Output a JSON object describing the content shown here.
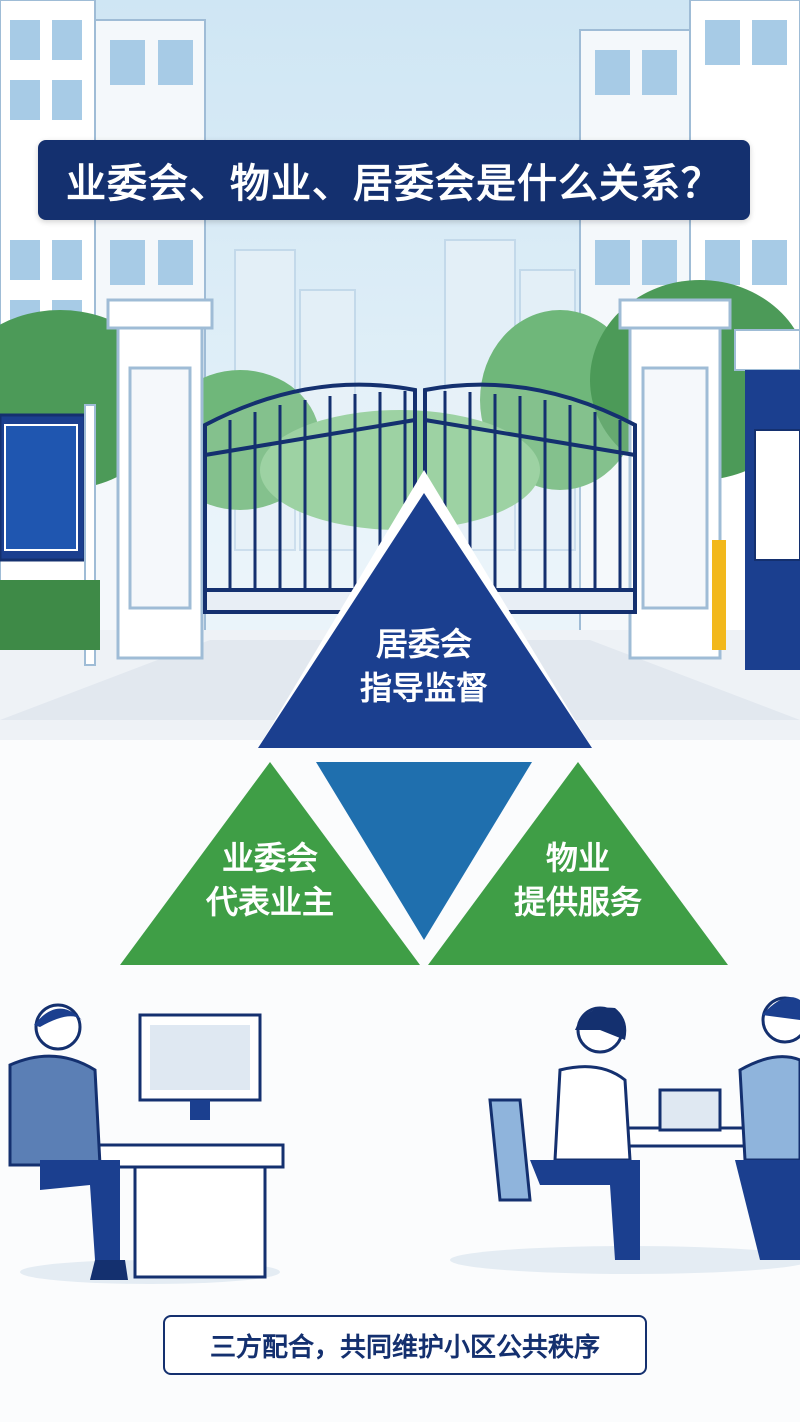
{
  "title": "业委会、物业、居委会是什么关系？",
  "triangle": {
    "top": {
      "line1": "居委会",
      "line2": "指导监督"
    },
    "left": {
      "line1": "业委会",
      "line2": "代表业主"
    },
    "right": {
      "line1": "物业",
      "line2": "提供服务"
    }
  },
  "footer": "三方配合，共同维护小区公共秩序",
  "colors": {
    "navy": "#14306f",
    "triangle_top": "#1b3f8f",
    "triangle_center": "#1f6fae",
    "triangle_green": "#3f9e46",
    "sky": "#d8ebf6"
  }
}
